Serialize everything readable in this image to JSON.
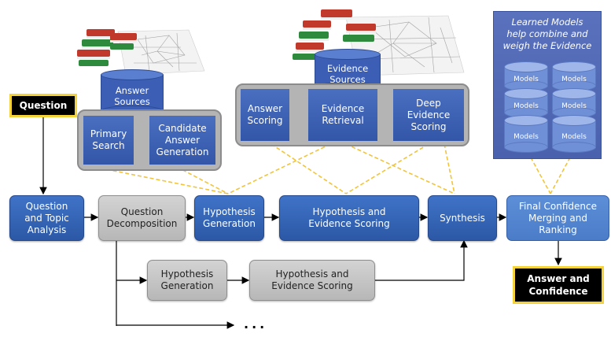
{
  "colors": {
    "pipeline_blue": "#3366bb",
    "gray_box": "#c4c4c4",
    "dashed_line": "#f2c43a",
    "highlight_border": "#f3d23a"
  },
  "question": "Question",
  "answer": [
    "Answer and",
    "Confidence"
  ],
  "answer_sources": [
    "Answer",
    "Sources"
  ],
  "evidence_sources": [
    "Evidence",
    "Sources"
  ],
  "learned_models": [
    "Learned Models",
    "help combine and",
    "weigh the Evidence"
  ],
  "models_label": "Models",
  "candidate_panel": {
    "primary_search": [
      "Primary",
      "Search"
    ],
    "candidate_generation": [
      "Candidate",
      "Answer",
      "Generation"
    ]
  },
  "evidence_panel": {
    "answer_scoring": [
      "Answer",
      "Scoring"
    ],
    "evidence_retrieval": [
      "Evidence",
      "Retrieval"
    ],
    "deep_scoring": [
      "Deep",
      "Evidence",
      "Scoring"
    ]
  },
  "pipeline": {
    "topic_analysis": [
      "Question",
      "and Topic",
      "Analysis"
    ],
    "decomposition": [
      "Question",
      "Decomposition"
    ],
    "hypothesis_generation": [
      "Hypothesis",
      "Generation"
    ],
    "hypothesis_evidence_scoring": [
      "Hypothesis and",
      "Evidence Scoring"
    ],
    "synthesis": "Synthesis",
    "final_merging": [
      "Final Confidence",
      "Merging and",
      "Ranking"
    ]
  },
  "branch": {
    "hypothesis_generation": [
      "Hypothesis",
      "Generation"
    ],
    "hypothesis_evidence_scoring": [
      "Hypothesis and",
      "Evidence Scoring"
    ]
  },
  "ellipsis": "..."
}
